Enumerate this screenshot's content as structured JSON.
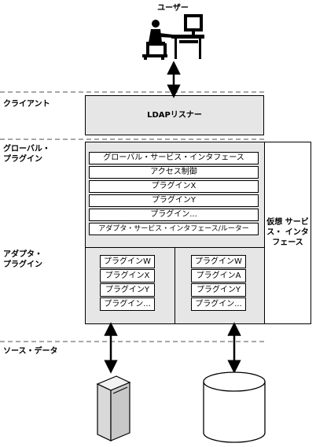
{
  "top_label": "ユーザー",
  "layers": {
    "client": "クライアント",
    "global_plugins": "グローバル・プラグイン",
    "adapter_plugins": "アダプタ・プラグイン",
    "source_data": "ソース・データ"
  },
  "listener": "LDAPリスナー",
  "global_stack": [
    "グローバル・サービス・インタフェース",
    "アクセス制御",
    "プラグインX",
    "プラグインY",
    "プラグイン...",
    "アダプタ・サービス・インタフェース/ルーター"
  ],
  "adapter_left": [
    "プラグインW",
    "プラグインX",
    "プラグインY",
    "プラグイン..."
  ],
  "adapter_right": [
    "プラグインW",
    "プラグインA",
    "プラグインY",
    "プラグイン..."
  ],
  "virtual_service_interface": "仮想 サービス・ インタ フェース"
}
